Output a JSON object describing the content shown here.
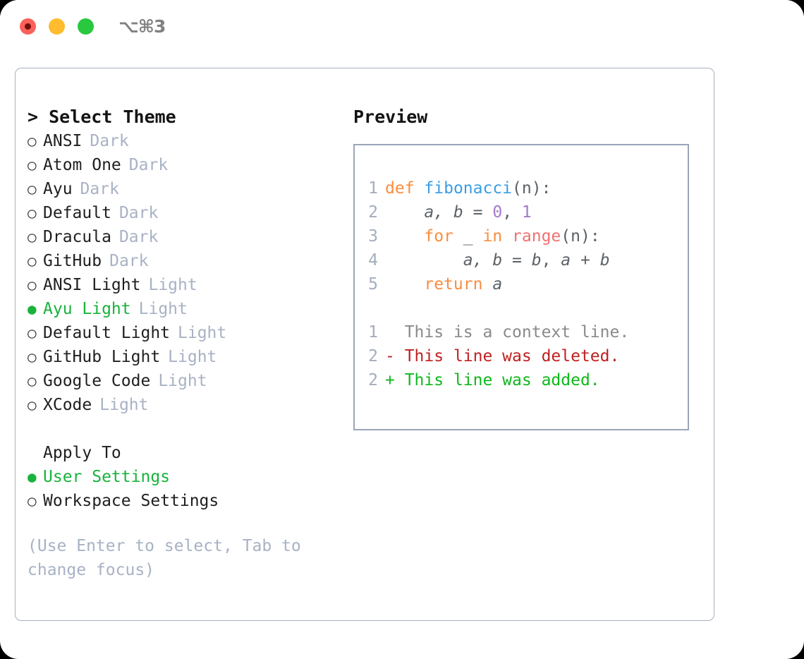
{
  "titlebar": {
    "shortcut": "⌥⌘3",
    "lights": [
      "close",
      "minimize",
      "maximize"
    ]
  },
  "left": {
    "header": "> Select Theme",
    "themes": [
      {
        "bullet": "○",
        "name": "ANSI",
        "tag": "Dark",
        "selected": false
      },
      {
        "bullet": "○",
        "name": "Atom One",
        "tag": "Dark",
        "selected": false
      },
      {
        "bullet": "○",
        "name": "Ayu",
        "tag": "Dark",
        "selected": false
      },
      {
        "bullet": "○",
        "name": "Default",
        "tag": "Dark",
        "selected": false
      },
      {
        "bullet": "○",
        "name": "Dracula",
        "tag": "Dark",
        "selected": false
      },
      {
        "bullet": "○",
        "name": "GitHub",
        "tag": "Dark",
        "selected": false
      },
      {
        "bullet": "○",
        "name": "ANSI Light",
        "tag": "Light",
        "selected": false
      },
      {
        "bullet": "●",
        "name": "Ayu Light",
        "tag": "Light",
        "selected": true
      },
      {
        "bullet": "○",
        "name": "Default Light",
        "tag": "Light",
        "selected": false
      },
      {
        "bullet": "○",
        "name": "GitHub Light",
        "tag": "Light",
        "selected": false
      },
      {
        "bullet": "○",
        "name": "Google Code",
        "tag": "Light",
        "selected": false
      },
      {
        "bullet": "○",
        "name": "XCode",
        "tag": "Light",
        "selected": false
      }
    ],
    "apply_to_header": "Apply To",
    "apply_to": [
      {
        "bullet": "●",
        "name": "User Settings",
        "selected": true
      },
      {
        "bullet": "○",
        "name": "Workspace Settings",
        "selected": false
      }
    ],
    "hint": "(Use Enter to select, Tab to change focus)"
  },
  "right": {
    "title": "Preview",
    "code_lines": [
      {
        "num": "1",
        "tokens": [
          {
            "t": "def",
            "c": "kw"
          },
          {
            "t": " ",
            "c": "pn"
          },
          {
            "t": "fibonacci",
            "c": "fn"
          },
          {
            "t": "(n):",
            "c": "pn"
          }
        ]
      },
      {
        "num": "2",
        "tokens": [
          {
            "t": "    ",
            "c": "pn"
          },
          {
            "t": "a, b",
            "c": "var"
          },
          {
            "t": " = ",
            "c": "pn"
          },
          {
            "t": "0",
            "c": "num"
          },
          {
            "t": ", ",
            "c": "pn"
          },
          {
            "t": "1",
            "c": "num"
          }
        ]
      },
      {
        "num": "3",
        "tokens": [
          {
            "t": "    ",
            "c": "pn"
          },
          {
            "t": "for",
            "c": "kw"
          },
          {
            "t": " _ ",
            "c": "pn"
          },
          {
            "t": "in",
            "c": "kw"
          },
          {
            "t": " ",
            "c": "pn"
          },
          {
            "t": "range",
            "c": "bi"
          },
          {
            "t": "(n):",
            "c": "pn"
          }
        ]
      },
      {
        "num": "4",
        "tokens": [
          {
            "t": "        ",
            "c": "pn"
          },
          {
            "t": "a, b",
            "c": "var"
          },
          {
            "t": " = ",
            "c": "pn"
          },
          {
            "t": "b",
            "c": "var"
          },
          {
            "t": ", ",
            "c": "pn"
          },
          {
            "t": "a",
            "c": "var"
          },
          {
            "t": " + ",
            "c": "pn"
          },
          {
            "t": "b",
            "c": "var"
          }
        ]
      },
      {
        "num": "5",
        "tokens": [
          {
            "t": "    ",
            "c": "pn"
          },
          {
            "t": "return",
            "c": "kw"
          },
          {
            "t": " ",
            "c": "pn"
          },
          {
            "t": "a",
            "c": "var"
          }
        ]
      }
    ],
    "diff_lines": [
      {
        "num": "1",
        "marker": " ",
        "text": " This is a context line.",
        "kind": "ctx"
      },
      {
        "num": "2",
        "marker": "-",
        "text": " This line was deleted.",
        "kind": "del"
      },
      {
        "num": "2",
        "marker": "+",
        "text": " This line was added.",
        "kind": "add"
      }
    ]
  },
  "colors": {
    "accent_green": "#18b33b",
    "muted": "#a8b2c4",
    "border": "#a7b0c0",
    "preview_border": "#9aa5b8",
    "keyword": "#fa8d3e",
    "function": "#399ee6",
    "number": "#a37acc",
    "builtin": "#f07171",
    "punctuation": "#5c6166",
    "diff_context": "#8a8a8a",
    "diff_deleted": "#c02121",
    "diff_added": "#0fb81c"
  }
}
